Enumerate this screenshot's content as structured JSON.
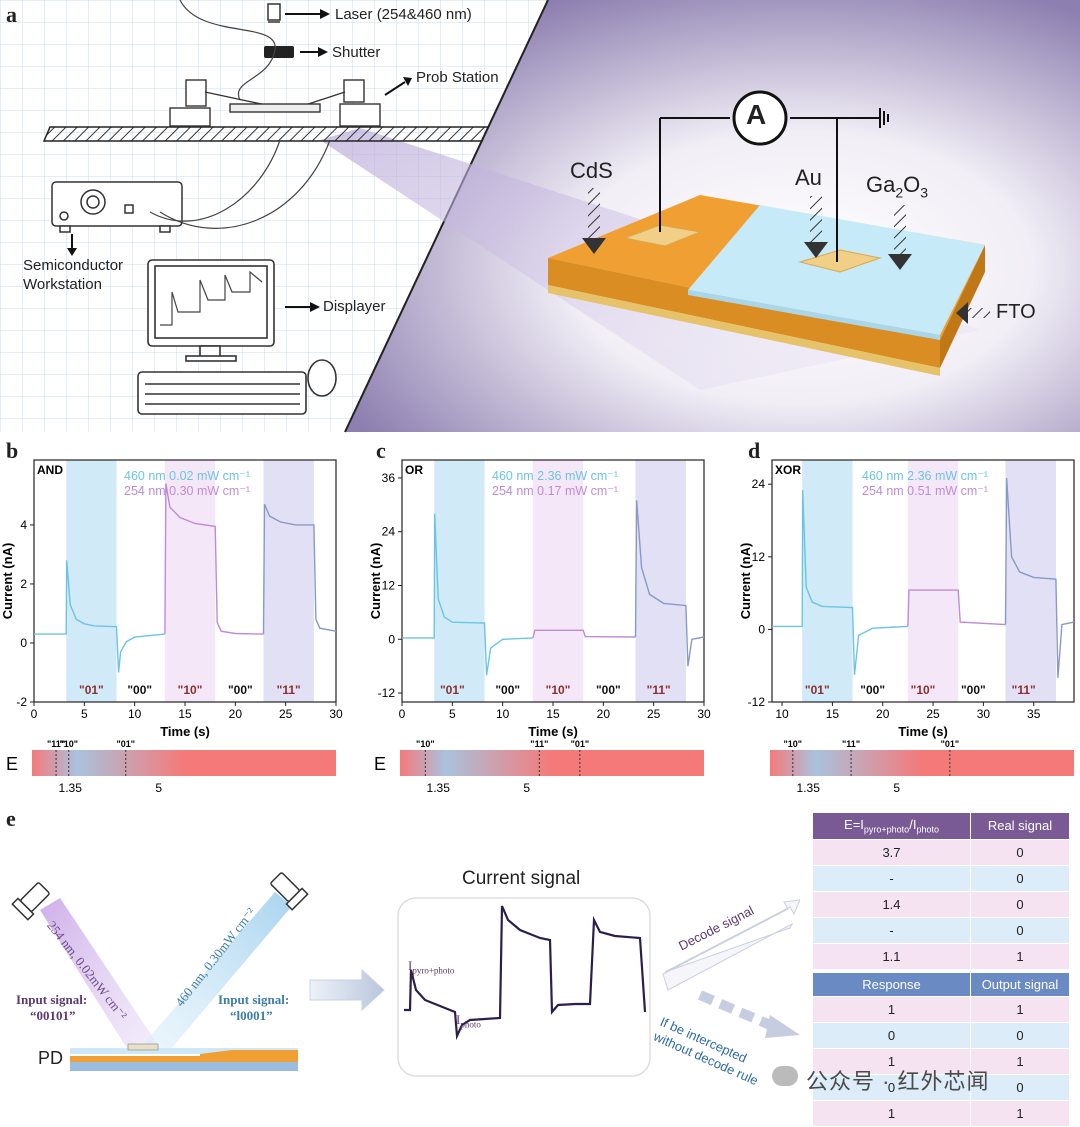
{
  "panels": {
    "a": "a",
    "b": "b",
    "c": "c",
    "d": "d",
    "e": "e"
  },
  "setup": {
    "laser": "Laser (254&460 nm)",
    "shutter": "Shutter",
    "probe_station": "Prob Station",
    "workstation_line1": "Semiconductor",
    "workstation_line2": "Workstation",
    "displayer": "Displayer"
  },
  "device": {
    "ammeter": "A",
    "cds": "CdS",
    "au": "Au",
    "ga2o3_main": "Ga",
    "ga2o3_sub1": "2",
    "ga2o3_mid": "O",
    "ga2o3_sub2": "3",
    "fto": "FTO"
  },
  "colors": {
    "cyan_line": "#6cc4e4",
    "violet_line": "#c08ad8",
    "blue_band": "#cfe9f7",
    "violet_band": "#ecd9f3",
    "red_label": "#8b2e2e",
    "orange": "#f0a033",
    "gradient_red": "#f47a7a",
    "gradient_blue": "#a9c2dd"
  },
  "chart_data": [
    {
      "type": "line",
      "panel": "b",
      "gate": "AND",
      "legend": [
        "460 nm 0.02 mW cm⁻¹",
        "254 nm 0.30 mW cm⁻¹"
      ],
      "xlabel": "Time (s)",
      "ylabel": "Current (nA)",
      "xlim": [
        0,
        30
      ],
      "ylim": [
        -2,
        6.2
      ],
      "xticks": [
        0,
        5,
        10,
        15,
        20,
        25,
        30
      ],
      "yticks": [
        -2,
        0,
        2,
        4
      ],
      "bands": [
        {
          "from": 3.2,
          "to": 8.2,
          "kind": "blue"
        },
        {
          "from": 13,
          "to": 18,
          "kind": "violet"
        },
        {
          "from": 22.8,
          "to": 27.8,
          "kind": "blue"
        },
        {
          "from": 22.8,
          "to": 27.8,
          "kind": "violet"
        }
      ],
      "labels": [
        {
          "x": 5.7,
          "text": "\"01\"",
          "color": "red"
        },
        {
          "x": 10.5,
          "text": "\"00\"",
          "color": "black"
        },
        {
          "x": 15.5,
          "text": "\"10\"",
          "color": "red"
        },
        {
          "x": 20.5,
          "text": "\"00\"",
          "color": "black"
        },
        {
          "x": 25.3,
          "text": "\"11\"",
          "color": "red"
        }
      ],
      "series": [
        {
          "color": "cyan",
          "x": [
            0,
            3.2,
            3.25,
            3.6,
            4.2,
            5,
            6,
            8.2,
            8.4,
            8.6,
            9.2,
            10,
            13
          ],
          "y": [
            0.3,
            0.3,
            2.8,
            1.3,
            0.8,
            0.65,
            0.58,
            0.55,
            -1.0,
            -0.3,
            0.05,
            0.2,
            0.3
          ]
        },
        {
          "color": "violet",
          "x": [
            13,
            13.1,
            13.5,
            14.5,
            16,
            18,
            18.2,
            18.6,
            20,
            22.8
          ],
          "y": [
            0.3,
            5.4,
            4.6,
            4.25,
            4.05,
            3.95,
            0.7,
            0.4,
            0.32,
            0.3
          ]
        },
        {
          "color": "mix",
          "x": [
            22.8,
            22.9,
            23.4,
            24.5,
            26,
            27.8,
            28,
            28.4,
            30
          ],
          "y": [
            0.3,
            4.7,
            4.3,
            4.1,
            4.0,
            4.0,
            0.8,
            0.5,
            0.4
          ]
        }
      ],
      "scale": {
        "label": "E",
        "ticks": [
          {
            "value": 1.35,
            "text": "1.35"
          },
          {
            "value": 5,
            "text": "5"
          }
        ],
        "markers": [
          {
            "value": 0.95,
            "text": "\"11\""
          },
          {
            "value": 1.45,
            "text": "\"10\""
          },
          {
            "value": 3.7,
            "text": "\"01\""
          }
        ]
      }
    },
    {
      "type": "line",
      "panel": "c",
      "gate": "OR",
      "legend": [
        "460 nm 2.36 mW cm⁻¹",
        "254 nm 0.17 mW cm⁻¹"
      ],
      "xlabel": "Time (s)",
      "ylabel": "Current (nA)",
      "xlim": [
        0,
        30
      ],
      "ylim": [
        -14,
        40
      ],
      "xticks": [
        0,
        5,
        10,
        15,
        20,
        25,
        30
      ],
      "yticks": [
        -12,
        0,
        12,
        24,
        36
      ],
      "bands": [
        {
          "from": 3.2,
          "to": 8.2,
          "kind": "blue"
        },
        {
          "from": 13,
          "to": 18,
          "kind": "violet"
        },
        {
          "from": 23.2,
          "to": 28.2,
          "kind": "blue"
        },
        {
          "from": 23.2,
          "to": 28.2,
          "kind": "violet"
        }
      ],
      "labels": [
        {
          "x": 5.0,
          "text": "\"01\"",
          "color": "red"
        },
        {
          "x": 10.5,
          "text": "\"00\"",
          "color": "black"
        },
        {
          "x": 15.5,
          "text": "\"10\"",
          "color": "red"
        },
        {
          "x": 20.5,
          "text": "\"00\"",
          "color": "black"
        },
        {
          "x": 25.5,
          "text": "\"11\"",
          "color": "red"
        }
      ],
      "series": [
        {
          "color": "cyan",
          "x": [
            0,
            3.2,
            3.25,
            3.6,
            4.2,
            5,
            8.2,
            8.4,
            8.8,
            10,
            13
          ],
          "y": [
            0.3,
            0.3,
            28,
            9,
            5,
            3.8,
            3.6,
            -8,
            -2,
            0,
            0.3
          ]
        },
        {
          "color": "violet",
          "x": [
            13,
            13.2,
            18,
            18.2,
            23.2
          ],
          "y": [
            0.3,
            2.0,
            2.0,
            0.6,
            0.5
          ]
        },
        {
          "color": "mix",
          "x": [
            23.2,
            23.3,
            23.8,
            24.6,
            26,
            28.2,
            28.4,
            28.8,
            30
          ],
          "y": [
            0.5,
            31,
            16,
            10,
            8,
            7.5,
            -6,
            0,
            0.5
          ]
        }
      ],
      "scale": {
        "label": "E",
        "ticks": [
          {
            "value": 1.35,
            "text": "1.35"
          },
          {
            "value": 5,
            "text": "5"
          }
        ],
        "markers": [
          {
            "value": 1.0,
            "text": "\"10\""
          },
          {
            "value": 5.5,
            "text": "\"11\""
          },
          {
            "value": 7.1,
            "text": "\"01\""
          }
        ]
      }
    },
    {
      "type": "line",
      "panel": "d",
      "gate": "XOR",
      "legend": [
        "460 nm 2.36 mW cm⁻¹",
        "254 nm 0.51 mW cm⁻¹"
      ],
      "xlabel": "Time (s)",
      "ylabel": "Current (nA)",
      "xlim": [
        9,
        39
      ],
      "ylim": [
        -12,
        28
      ],
      "xticks": [
        10,
        15,
        20,
        25,
        30,
        35
      ],
      "yticks": [
        -12,
        0,
        12,
        24
      ],
      "bands": [
        {
          "from": 12,
          "to": 17,
          "kind": "blue"
        },
        {
          "from": 22.5,
          "to": 27.5,
          "kind": "violet"
        },
        {
          "from": 32.2,
          "to": 37.2,
          "kind": "blue"
        },
        {
          "from": 32.2,
          "to": 37.2,
          "kind": "violet"
        }
      ],
      "labels": [
        {
          "x": 13.5,
          "text": "\"01\"",
          "color": "red"
        },
        {
          "x": 19,
          "text": "\"00\"",
          "color": "black"
        },
        {
          "x": 24,
          "text": "\"10\"",
          "color": "red"
        },
        {
          "x": 29,
          "text": "\"00\"",
          "color": "black"
        },
        {
          "x": 34,
          "text": "\"11\"",
          "color": "red"
        }
      ],
      "series": [
        {
          "color": "cyan",
          "x": [
            9,
            12,
            12.05,
            12.4,
            13,
            14,
            17,
            17.2,
            17.6,
            19,
            22.5
          ],
          "y": [
            0.5,
            0.5,
            23,
            7,
            4.5,
            3.8,
            3.6,
            -7.5,
            -1,
            0.2,
            0.5
          ]
        },
        {
          "color": "violet",
          "x": [
            22.5,
            22.6,
            27.5,
            27.7,
            32.2
          ],
          "y": [
            0.5,
            6.5,
            6.5,
            1.2,
            0.8
          ]
        },
        {
          "color": "mix",
          "x": [
            32.2,
            32.3,
            32.8,
            33.6,
            35,
            37.2,
            37.4,
            37.8,
            39
          ],
          "y": [
            0.8,
            25,
            12,
            9.5,
            8.6,
            8.3,
            -8,
            0.8,
            1.2
          ]
        }
      ],
      "scale": {
        "label": "",
        "ticks": [
          {
            "value": 1.35,
            "text": "1.35"
          },
          {
            "value": 5,
            "text": "5"
          }
        ],
        "markers": [
          {
            "value": 0.9,
            "text": "\"10\""
          },
          {
            "value": 3.2,
            "text": "\"11\""
          },
          {
            "value": 7.1,
            "text": "\"01\""
          }
        ]
      }
    }
  ],
  "panel_e": {
    "input_left_wavelength": "254 nm, 0.02mW cm⁻²",
    "input_right_wavelength": "460 nm, 0.30mW cm⁻²",
    "input_left_title": "Input signal:",
    "input_left_value": "“00101”",
    "input_right_title": "Input signal:",
    "input_right_value": "“l0001”",
    "pd_label": "PD",
    "current_signal": "Current signal",
    "ipyro_main": "I",
    "ipyro_sub": "pyro+photo",
    "iphoto_main": "I",
    "iphoto_sub": "photo",
    "decode_signal": "Decode signal",
    "intercepted_line1": "If be intercepted",
    "intercepted_line2": "without decode rule",
    "table1": {
      "header_e_main": "E=I",
      "header_e_sub1": "pyro+photo",
      "header_e_mid": "/I",
      "header_e_sub2": "photo",
      "header_real": "Real signal",
      "rows": [
        [
          "3.7",
          "0"
        ],
        [
          "-",
          "0"
        ],
        [
          "1.4",
          "0"
        ],
        [
          "-",
          "0"
        ],
        [
          "1.1",
          "1"
        ]
      ]
    },
    "table2": {
      "header_response": "Response",
      "header_output": "Output signal",
      "rows": [
        [
          "1",
          "1"
        ],
        [
          "0",
          "0"
        ],
        [
          "1",
          "1"
        ],
        [
          "0",
          "0"
        ],
        [
          "1",
          "1"
        ]
      ]
    },
    "watermark": "公众号 · 红外芯闻"
  }
}
